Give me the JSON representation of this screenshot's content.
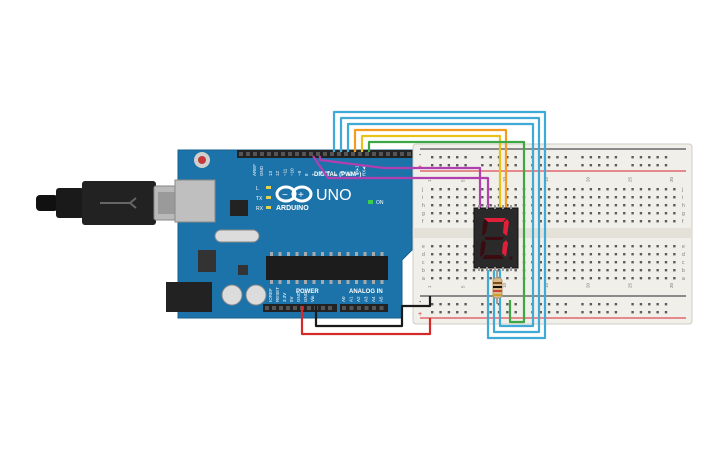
{
  "board": {
    "brand": "ARDUINO",
    "model": "UNO",
    "digital_label": "DIGITAL (PWM~)",
    "analog_label": "ANALOG IN",
    "power_label": "POWER",
    "on_label": "ON",
    "led_labels": [
      "L",
      "TX",
      "RX"
    ],
    "top_left_pins": [
      "AREF",
      "GND"
    ],
    "digital_pins": [
      "13",
      "12",
      "~11",
      "~10",
      "~9",
      "8",
      "7",
      "~6",
      "~5",
      "4",
      "~3",
      "2",
      "TX▸1",
      "RX◂0"
    ],
    "power_pins": [
      "IOREF",
      "RESET",
      "3.3V",
      "5V",
      "GND",
      "GND",
      "Vin"
    ],
    "analog_pins": [
      "A0",
      "A1",
      "A2",
      "A3",
      "A4",
      "A5"
    ]
  },
  "breadboard": {
    "rows_top": [
      "j",
      "i",
      "h",
      "g",
      "f"
    ],
    "rows_bottom": [
      "e",
      "d",
      "c",
      "b",
      "a"
    ],
    "column_numbers": [
      "1",
      "5",
      "10",
      "15",
      "20",
      "25",
      "30"
    ],
    "rail_plus": "+",
    "rail_minus": "-"
  },
  "display": {
    "lit_segments": [
      "a",
      "b",
      "c"
    ]
  },
  "colors": {
    "board": "#1b73a9",
    "breadboard": "#f1efe9",
    "rail_red": "#d9262f",
    "rail_dark": "#23262c",
    "segment_on": "#e0203a",
    "segment_off": "#3a0c12",
    "wire_cyan": "#3fa9d8",
    "wire_orange": "#f39c1f",
    "wire_green": "#3da843",
    "wire_yellow": "#e8c21a",
    "wire_magenta": "#b23faf",
    "wire_red": "#d52a2a",
    "wire_black": "#1a1a1a"
  }
}
